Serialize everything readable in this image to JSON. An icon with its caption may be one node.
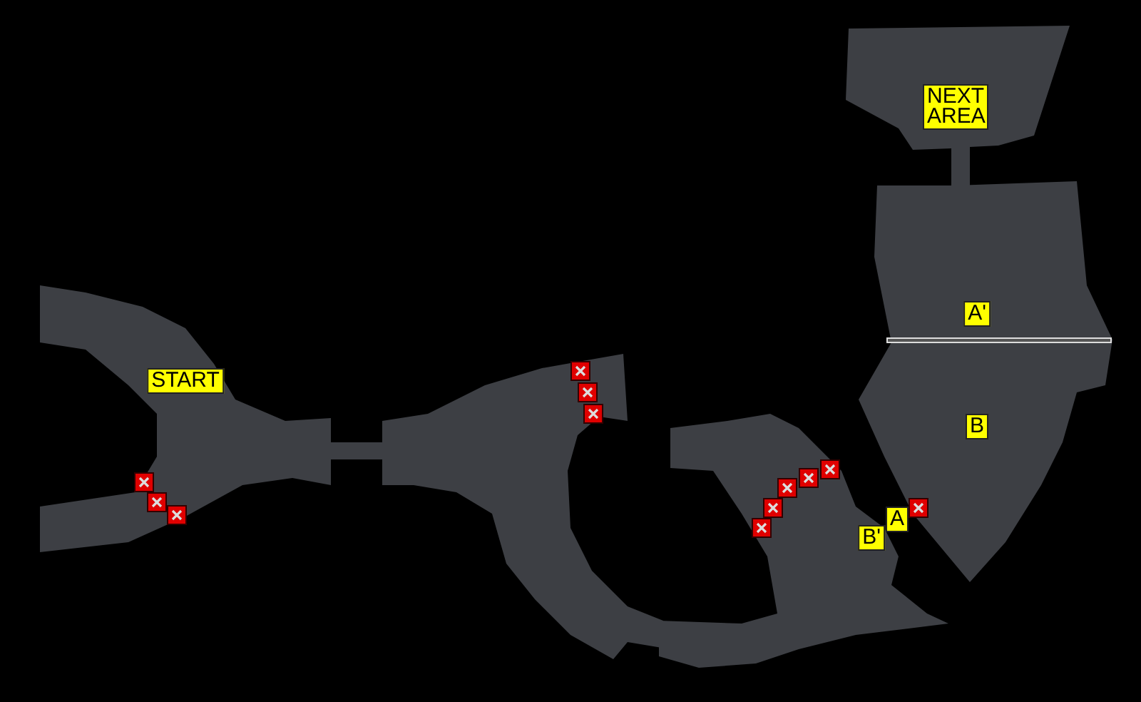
{
  "diagram": {
    "labels": [
      "NEXT AREA",
      "A'",
      "START",
      "B",
      "A",
      "B'"
    ]
  }
}
